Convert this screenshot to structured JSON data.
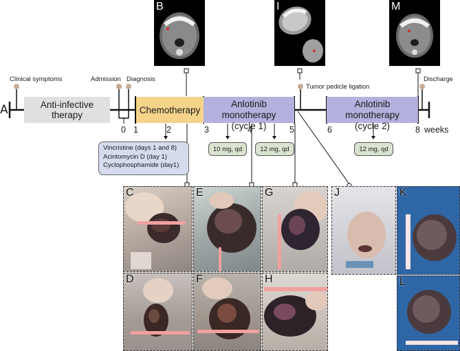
{
  "panel_label": "A",
  "phases": {
    "anti_infective": "Anti-infective therapy",
    "chemotherapy": "Chemotherapy",
    "anlotinib_1_line1": "Anlotinib monotherapy",
    "anlotinib_1_line2": "(cycle 1)",
    "anlotinib_2_line1": "Anlotinib monotherapy",
    "anlotinib_2_line2": "(cycle 2)"
  },
  "events": {
    "clinical_symptoms": "Clinical symptoms",
    "admission": "Admission",
    "diagnosis": "Diagnosis",
    "tumor_pedicle_ligation": "Tumor pedicle ligation",
    "discharge": "Discharge"
  },
  "ticks": [
    "0",
    "1",
    "2",
    "3",
    "4",
    "5",
    "6",
    "8"
  ],
  "weeks_label": "weeks",
  "chemo_drugs": [
    "Vincristine (days 1 and 8)",
    "Acintomycin D (day 1)",
    "Cyclophosphamide (day1)"
  ],
  "doses": [
    "10 mg, qd",
    "12 mg, qd",
    "12 mg, qd"
  ],
  "ct_labels": [
    "B",
    "I",
    "M"
  ],
  "photo_labels": [
    "C",
    "D",
    "E",
    "F",
    "G",
    "H",
    "J",
    "K",
    "L"
  ],
  "colors": {
    "anti_infective": "#e0e0e0",
    "chemotherapy": "#f5d38a",
    "anlotinib": "#b3b1dd",
    "drug_box": "#d6dcee",
    "dose_pill": "#d9e3cf",
    "marker": "#c9ab93",
    "photo_blue": "#2f66a6"
  }
}
